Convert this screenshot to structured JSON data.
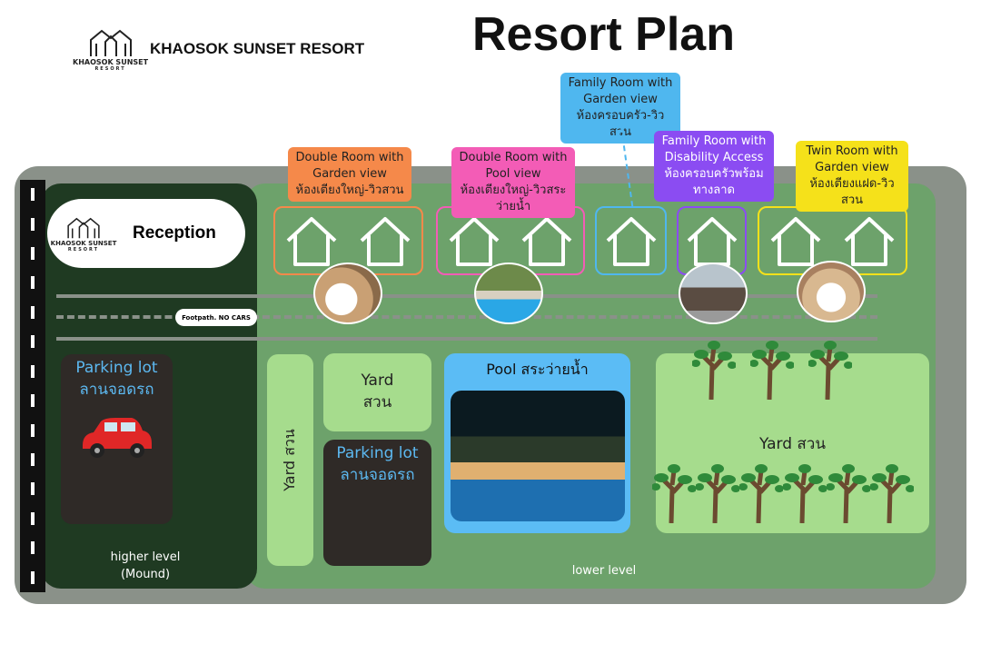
{
  "header": {
    "brand": "KHAOSOK SUNSET RESORT",
    "logo_text": "KHAOSOK SUNSET",
    "logo_sub": "RESORT",
    "title": "Resort Plan"
  },
  "reception": {
    "label": "Reception",
    "logo_text": "KHAOSOK SUNSET",
    "logo_sub": "RESORT"
  },
  "footpath": "Footpath. NO CARS",
  "rooms": [
    {
      "en": "Double Room with Garden view",
      "th": "ห้องเตียงใหญ่-วิวสวน",
      "color": "#f5894a",
      "count": 2
    },
    {
      "en": "Double Room with Pool view",
      "th": "ห้องเตียงใหญ่-วิวสระว่ายน้ำ",
      "color": "#f35cb6",
      "count": 2
    },
    {
      "en": "Family Room with Garden view",
      "th": "ห้องครอบครัว-วิวสวน",
      "color": "#4fb7ef",
      "count": 1
    },
    {
      "en": "Family Room with Disability Access",
      "th": "ห้องครอบครัวพร้อมทางลาด",
      "color": "#8b4cf2",
      "count": 1
    },
    {
      "en": "Twin Room with Garden view",
      "th": "ห้องเตียงแฝด-วิวสวน",
      "color": "#f5e11a",
      "count": 2
    }
  ],
  "zones": {
    "parking1": {
      "en": "Parking lot",
      "th": "ลานจอดรถ"
    },
    "yard_vertical": "Yard สวน",
    "yard_small": {
      "en": "Yard",
      "th": "สวน"
    },
    "parking2": {
      "en": "Parking lot",
      "th": "ลานจอดรถ"
    },
    "pool": "Pool  สระว่ายน้ำ",
    "yard_trees": "Yard สวน"
  },
  "levels": {
    "higher": "higher level",
    "higher_sub": "(Mound)",
    "lower": "lower level"
  }
}
